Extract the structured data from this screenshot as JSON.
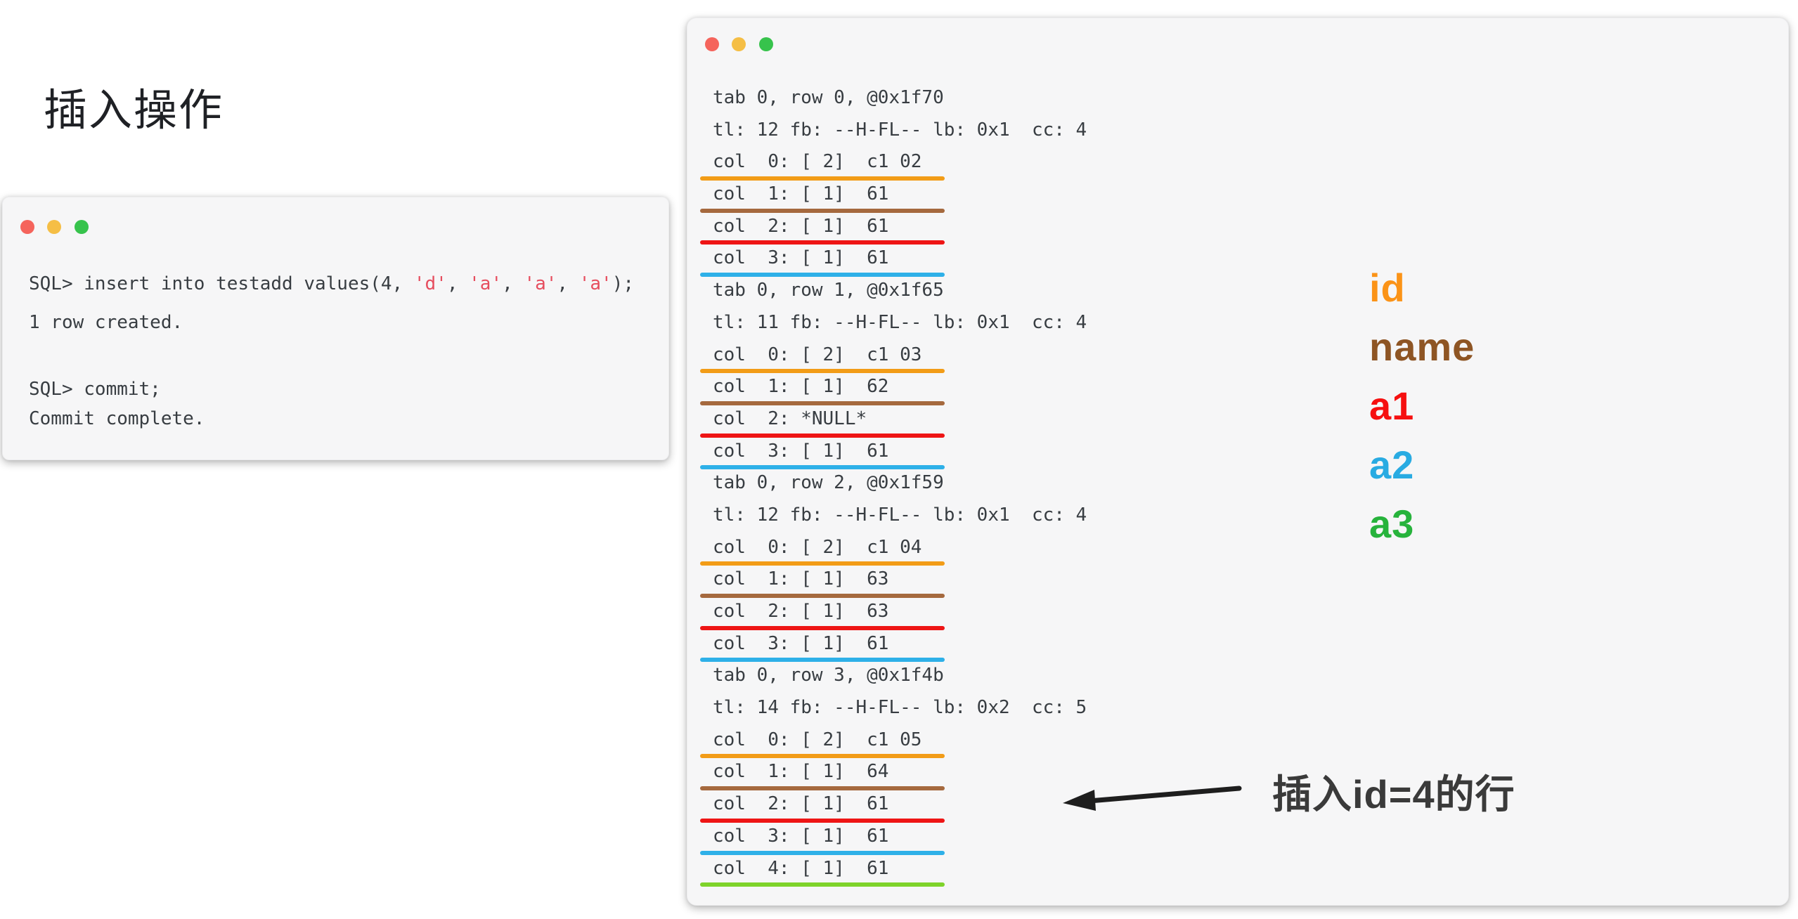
{
  "page": {
    "title": "插入操作"
  },
  "sql_window": {
    "window_controls": [
      "close",
      "minimize",
      "maximize"
    ],
    "lines": [
      {
        "segments": [
          {
            "text": "SQL> insert into testadd values(4, "
          },
          {
            "text": "'d'",
            "string": true
          },
          {
            "text": ", "
          },
          {
            "text": "'a'",
            "string": true
          },
          {
            "text": ", "
          },
          {
            "text": "'a'",
            "string": true
          },
          {
            "text": ", "
          },
          {
            "text": "'a'",
            "string": true
          },
          {
            "text": ");"
          }
        ]
      },
      {
        "segments": [
          {
            "text": "1 row created."
          }
        ]
      },
      {
        "segments": [
          {
            "text": "SQL> commit;"
          }
        ]
      },
      {
        "segments": [
          {
            "text": "Commit complete."
          }
        ]
      }
    ]
  },
  "dump_window": {
    "window_controls": [
      "close",
      "minimize",
      "maximize"
    ],
    "lines": [
      {
        "text": "tab 0, row 0, @0x1f70"
      },
      {
        "text": "tl: 12 fb: --H-FL-- lb: 0x1  cc: 4"
      },
      {
        "text": "col  0: [ 2]  c1 02",
        "underline": "id"
      },
      {
        "text": "col  1: [ 1]  61",
        "underline": "name"
      },
      {
        "text": "col  2: [ 1]  61",
        "underline": "a1"
      },
      {
        "text": "col  3: [ 1]  61",
        "underline": "a2"
      },
      {
        "text": "tab 0, row 1, @0x1f65"
      },
      {
        "text": "tl: 11 fb: --H-FL-- lb: 0x1  cc: 4"
      },
      {
        "text": "col  0: [ 2]  c1 03",
        "underline": "id"
      },
      {
        "text": "col  1: [ 1]  62",
        "underline": "name"
      },
      {
        "text": "col  2: *NULL*",
        "underline": "a1"
      },
      {
        "text": "col  3: [ 1]  61",
        "underline": "a2"
      },
      {
        "text": "tab 0, row 2, @0x1f59"
      },
      {
        "text": "tl: 12 fb: --H-FL-- lb: 0x1  cc: 4"
      },
      {
        "text": "col  0: [ 2]  c1 04",
        "underline": "id"
      },
      {
        "text": "col  1: [ 1]  63",
        "underline": "name"
      },
      {
        "text": "col  2: [ 1]  63",
        "underline": "a1"
      },
      {
        "text": "col  3: [ 1]  61",
        "underline": "a2"
      },
      {
        "text": "tab 0, row 3, @0x1f4b"
      },
      {
        "text": "tl: 14 fb: --H-FL-- lb: 0x2  cc: 5"
      },
      {
        "text": "col  0: [ 2]  c1 05",
        "underline": "id"
      },
      {
        "text": "col  1: [ 1]  64",
        "underline": "name"
      },
      {
        "text": "col  2: [ 1]  61",
        "underline": "a1"
      },
      {
        "text": "col  3: [ 1]  61",
        "underline": "a2"
      },
      {
        "text": "col  4: [ 1]  61",
        "underline": "a3"
      }
    ]
  },
  "column_colors": {
    "id": "#F29C17",
    "name": "#A5693E",
    "a1": "#EE1515",
    "a2": "#2EB0E8",
    "a3": "#7ED32A"
  },
  "legend": {
    "items": [
      {
        "label": "id",
        "color": "#FB9317"
      },
      {
        "label": "name",
        "color": "#8E5524"
      },
      {
        "label": "a1",
        "color": "#F61010"
      },
      {
        "label": "a2",
        "color": "#29ABE2"
      },
      {
        "label": "a3",
        "color": "#27B33C"
      }
    ]
  },
  "annotation": {
    "text": "插入id=4的行"
  },
  "colors": {
    "sql_string": "#E64D5E",
    "terminal_text": "#383D42",
    "dot_red": "#F5645C",
    "dot_yellow": "#F5BE45",
    "dot_green": "#37C34C",
    "arrow": "#1E1E1E"
  }
}
